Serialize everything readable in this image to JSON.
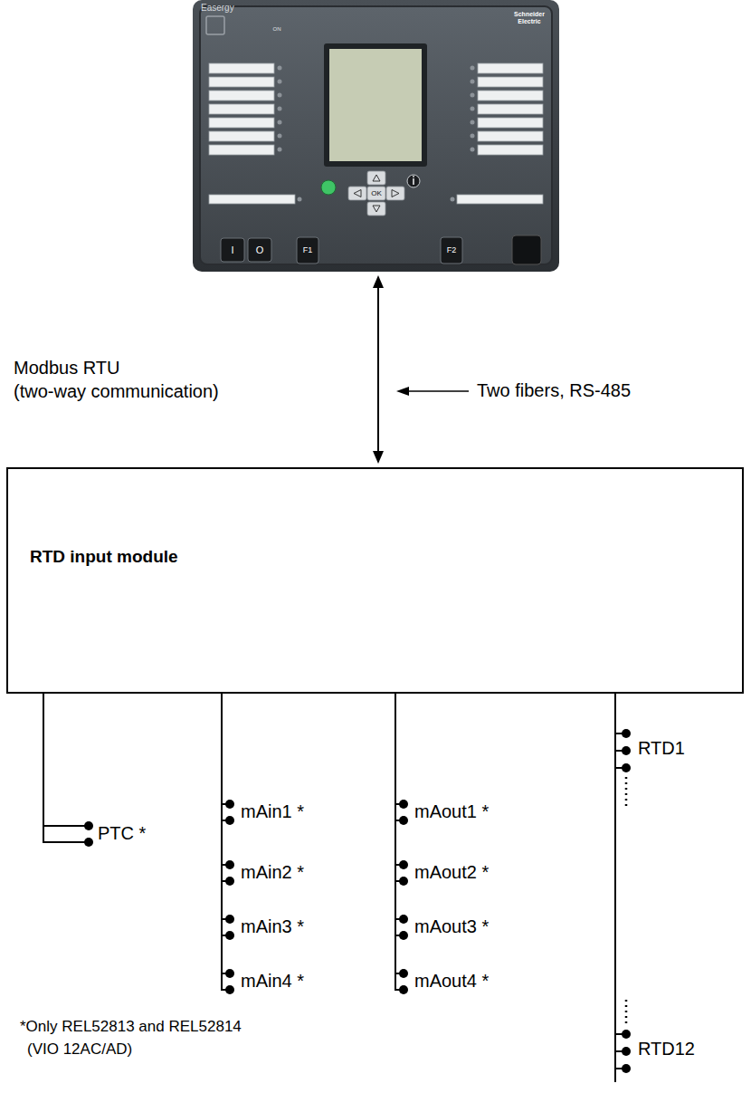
{
  "diagram": {
    "nodes": [
      {
        "text": [
          "Easergy",
          "Schneider Electric"
        ]
      },
      {
        "text": [
          "RTD input module"
        ]
      }
    ],
    "edges": [
      {
        "from": 0,
        "to": 1,
        "arrow": "both"
      }
    ],
    "labels": [
      "ON",
      "I",
      "O",
      "F1",
      "OK",
      "F2",
      "Modbus RTU",
      "(two-way communication)",
      "Two fibers, RS-485",
      "PTC *",
      "mAin1 *",
      "mAin2 *",
      "mAin3 *",
      "mAin4 *",
      "mAout1 *",
      "mAout2 *",
      "mAout3 *",
      "mAout4 *",
      "RTD1",
      "RTD12",
      "*Only REL52813 and REL52814",
      "(VIO 12AC/AD)"
    ]
  }
}
